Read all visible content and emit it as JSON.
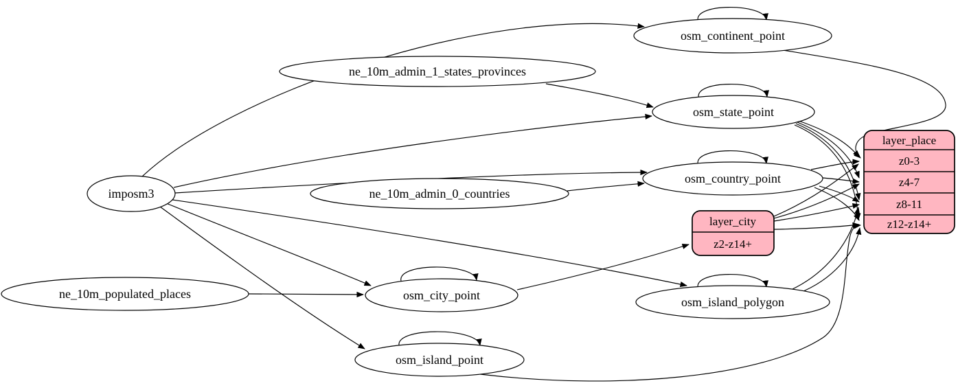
{
  "diagram": {
    "background": "#ffffff",
    "ellipse_fill": "#ffffff",
    "record_fill": "#ffb6c1",
    "stroke_color": "#000000",
    "ellipse_nodes": {
      "imposm3": {
        "label": "imposm3"
      },
      "ne_10m_admin_1_states_provinces": {
        "label": "ne_10m_admin_1_states_provinces"
      },
      "ne_10m_admin_0_countries": {
        "label": "ne_10m_admin_0_countries"
      },
      "ne_10m_populated_places": {
        "label": "ne_10m_populated_places"
      },
      "osm_continent_point": {
        "label": "osm_continent_point"
      },
      "osm_state_point": {
        "label": "osm_state_point"
      },
      "osm_country_point": {
        "label": "osm_country_point"
      },
      "osm_city_point": {
        "label": "osm_city_point"
      },
      "osm_island_polygon": {
        "label": "osm_island_polygon"
      },
      "osm_island_point": {
        "label": "osm_island_point"
      }
    },
    "record_nodes": {
      "layer_place": {
        "title": "layer_place",
        "rows": [
          "z0-3",
          "z4-7",
          "z8-11",
          "z12-z14+"
        ]
      },
      "layer_city": {
        "title": "layer_city",
        "rows": [
          "z2-z14+"
        ]
      }
    },
    "edges": [
      {
        "from": "imposm3",
        "to": "osm_continent_point"
      },
      {
        "from": "imposm3",
        "to": "osm_state_point"
      },
      {
        "from": "imposm3",
        "to": "osm_country_point"
      },
      {
        "from": "imposm3",
        "to": "osm_city_point"
      },
      {
        "from": "imposm3",
        "to": "osm_island_polygon"
      },
      {
        "from": "imposm3",
        "to": "osm_island_point"
      },
      {
        "from": "ne_10m_admin_1_states_provinces",
        "to": "osm_state_point"
      },
      {
        "from": "ne_10m_admin_0_countries",
        "to": "osm_country_point"
      },
      {
        "from": "ne_10m_populated_places",
        "to": "osm_city_point"
      },
      {
        "from": "osm_continent_point",
        "to": "osm_continent_point"
      },
      {
        "from": "osm_state_point",
        "to": "osm_state_point"
      },
      {
        "from": "osm_country_point",
        "to": "osm_country_point"
      },
      {
        "from": "osm_city_point",
        "to": "osm_city_point"
      },
      {
        "from": "osm_island_polygon",
        "to": "osm_island_polygon"
      },
      {
        "from": "osm_island_point",
        "to": "osm_island_point"
      },
      {
        "from": "osm_continent_point",
        "to": "layer_place:z0-3"
      },
      {
        "from": "osm_state_point",
        "to": "layer_place:z0-3"
      },
      {
        "from": "osm_state_point",
        "to": "layer_place:z4-7"
      },
      {
        "from": "osm_state_point",
        "to": "layer_place:z8-11"
      },
      {
        "from": "osm_state_point",
        "to": "layer_place:z12-z14+"
      },
      {
        "from": "osm_country_point",
        "to": "layer_place:z0-3"
      },
      {
        "from": "osm_country_point",
        "to": "layer_place:z4-7"
      },
      {
        "from": "osm_country_point",
        "to": "layer_place:z8-11"
      },
      {
        "from": "osm_country_point",
        "to": "layer_place:z12-z14+"
      },
      {
        "from": "layer_city",
        "to": "layer_place:z0-3"
      },
      {
        "from": "layer_city",
        "to": "layer_place:z4-7"
      },
      {
        "from": "layer_city",
        "to": "layer_place:z8-11"
      },
      {
        "from": "layer_city",
        "to": "layer_place:z12-z14+"
      },
      {
        "from": "osm_island_polygon",
        "to": "layer_place:z8-11"
      },
      {
        "from": "osm_island_polygon",
        "to": "layer_place:z12-z14+"
      },
      {
        "from": "osm_island_point",
        "to": "layer_place:z12-z14+"
      },
      {
        "from": "osm_city_point",
        "to": "layer_city:z2-z14+"
      }
    ]
  }
}
